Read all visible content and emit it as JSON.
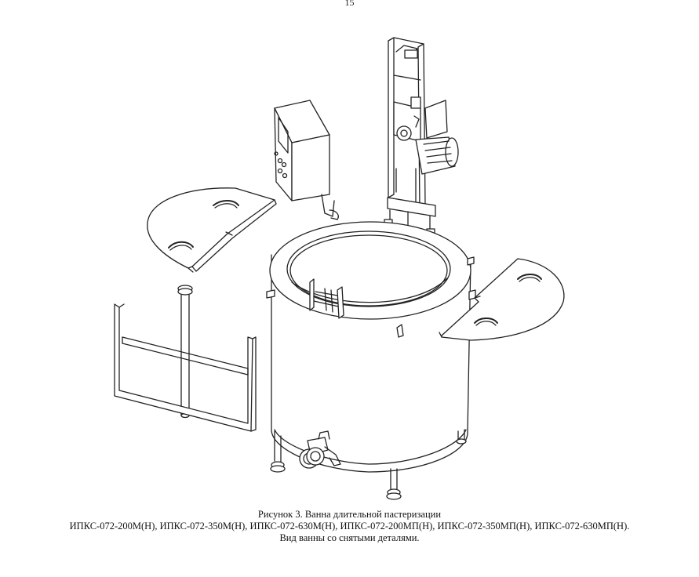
{
  "page": {
    "number": "15"
  },
  "caption": {
    "line1": "Рисунок 3. Ванна длительной пастеризации",
    "line2": "ИПКС-072-200М(Н), ИПКС-072-350М(Н), ИПКС-072-630М(Н), ИПКС-072-200МП(Н), ИПКС-072-350МП(Н), ИПКС-072-630МП(Н).",
    "line3": "Вид ванны со  снятыми деталями."
  }
}
